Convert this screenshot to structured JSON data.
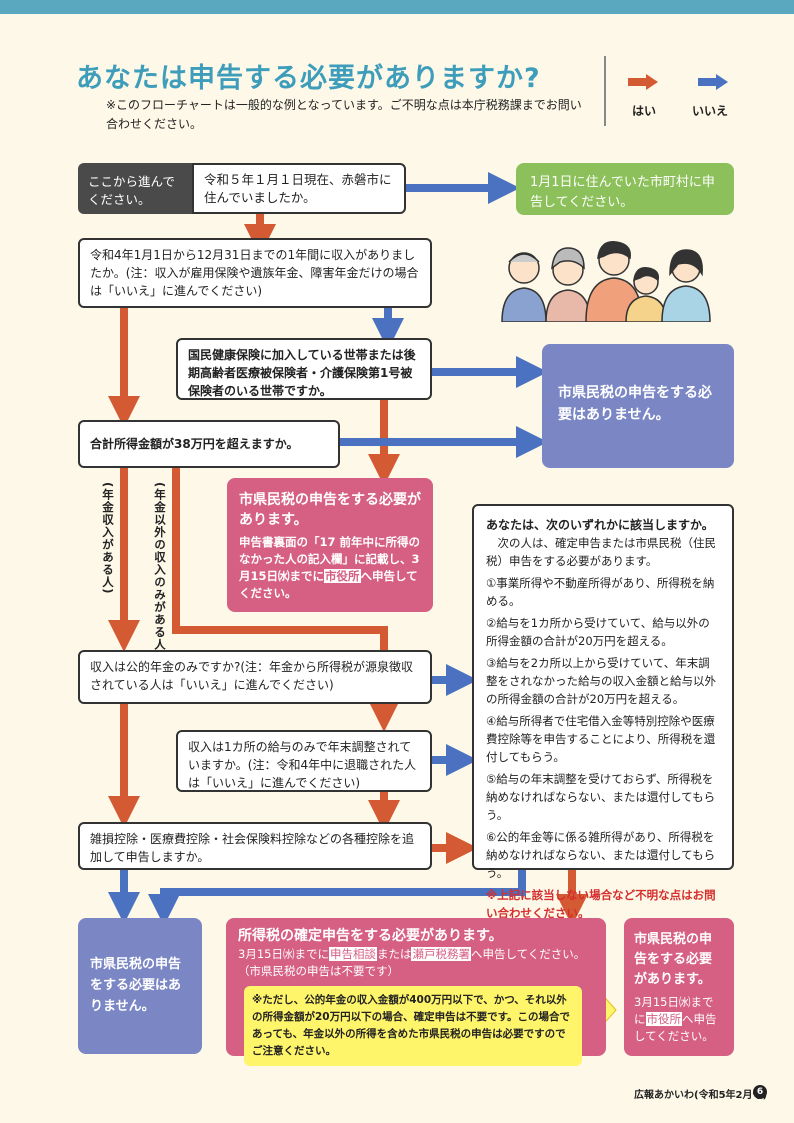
{
  "header": {
    "title": "あなたは申告する必要がありますか?",
    "note": "※このフローチャートは一般的な例となっています。ご不明な点は本庁税務課までお問い合わせください。",
    "legend_yes": "はい",
    "legend_no": "いいえ"
  },
  "colors": {
    "yes": "#d45a33",
    "no": "#4a72c0",
    "accent": "#3d9dbb"
  },
  "flow": {
    "start": "ここから進んでください。",
    "q1": "令和５年１月１日現在、赤磐市に住んでいましたか。",
    "r1": "1月1日に住んでいた市町村に申告してください。",
    "q2": "令和4年1月1日から12月31日までの1年間に収入がありましたか。(注：収入が雇用保険や遺族年金、障害年金だけの場合は「いいえ」に進んでください)",
    "q3": "国民健康保険に加入している世帯または後期高齢者医療被保険者・介護保険第1号被保険者のいる世帯ですか。",
    "r_no_need_top": "市県民税の申告をする必要はありません。",
    "q4": "合計所得金額が38万円を超えますか。",
    "label_pension": "(年金収入がある人)",
    "label_other": "(年金以外の収入のみがある人)",
    "r_need": {
      "title": "市県民税の申告をする必要があります。",
      "body_a": "申告書裏面の「17 前年中に所得のなかった人の記入欄」に記載し、3月15日㈬までに",
      "body_hl": "市役所",
      "body_b": "へ申告してください。"
    },
    "q5": "収入は公的年金のみですか?(注：年金から所得税が源泉徴収されている人は「いいえ」に進んでください)",
    "q6": "収入は1カ所の給与のみで年末調整されていますか。(注：令和4年中に退職された人は「いいえ」に進んでください)",
    "q7": "雑損控除・医療費控除・社会保険料控除などの各種控除を追加して申告しますか。",
    "q8": {
      "title": "あなたは、次のいずれかに該当しますか。",
      "intro": "次の人は、確定申告または市県民税（住民税）申告をする必要があります。",
      "items": [
        "①事業所得や不動産所得があり、所得税を納める。",
        "②給与を1カ所から受けていて、給与以外の所得金額の合計が20万円を超える。",
        "③給与を2カ所以上から受けていて、年末調整をされなかった給与の収入金額と給与以外の所得金額の合計が20万円を超える。",
        "④給与所得者で住宅借入金等特別控除や医療費控除等を申告することにより、所得税を還付してもらう。",
        "⑤給与の年末調整を受けておらず、所得税を納めなければならない、または還付してもらう。",
        "⑥公的年金等に係る雑所得があり、所得税を納めなければならない、または還付してもらう。"
      ],
      "warn": "※上記に該当しない場合など不明な点はお問い合わせください。"
    },
    "r_no_need_bottom": "市県民税の申告をする必要はありません。",
    "r_income_tax": {
      "title": "所得税の確定申告をする必要があります。",
      "body_a": "3月15日㈬までに",
      "hl1": "申告相談",
      "body_b": "または",
      "hl2": "瀬戸税務署",
      "body_c": "へ申告してください。",
      "body_d": "（市県民税の申告は不要です）",
      "note": "※ただし、公的年金の収入金額が400万円以下で、かつ、それ以外の所得金額が20万円以下の場合、確定申告は不要です。この場合であっても、年金以外の所得を含めた市県民税の申告は必要ですのでご注意ください。"
    },
    "r_city_tax": {
      "title": "市県民税の申告をする必要があります。",
      "body_a": "3月15日㈬までに",
      "hl": "市役所",
      "body_b": "へ申告してください。"
    }
  },
  "footer": {
    "text": "広報あかいわ(令和5年2月号)",
    "page": "6"
  }
}
